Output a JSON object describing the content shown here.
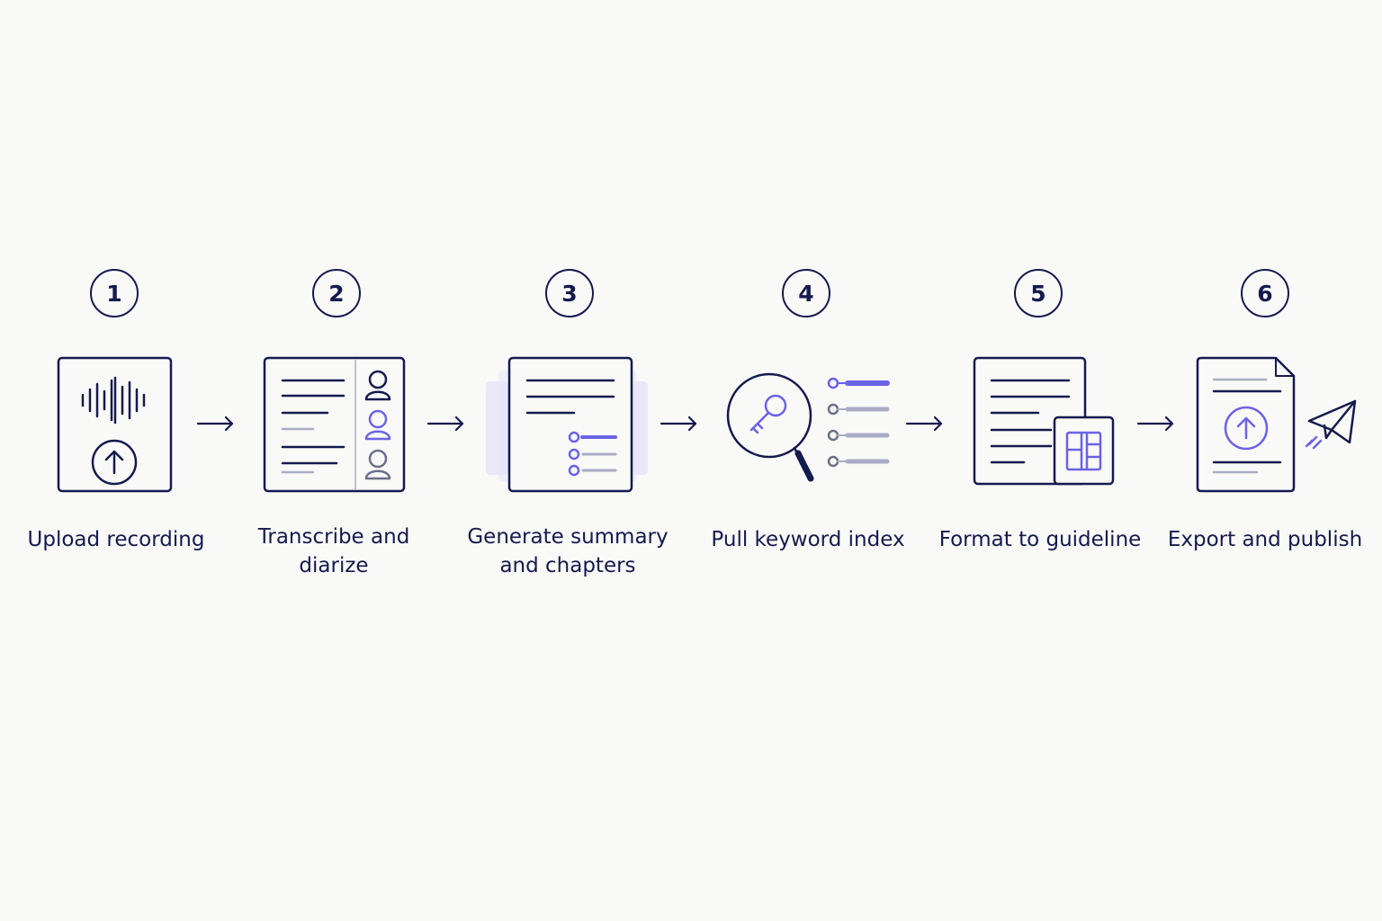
{
  "steps": [
    {
      "number": "1",
      "label": "Upload recording",
      "icon": "upload-recording-icon"
    },
    {
      "number": "2",
      "label": "Transcribe and diarize",
      "icon": "transcribe-diarize-icon"
    },
    {
      "number": "3",
      "label": "Generate summary and chapters",
      "icon": "summary-chapters-icon"
    },
    {
      "number": "4",
      "label": "Pull keyword index",
      "icon": "keyword-index-icon"
    },
    {
      "number": "5",
      "label": "Format to guideline",
      "icon": "format-guideline-icon"
    },
    {
      "number": "6",
      "label": "Export and publish",
      "icon": "export-publish-icon"
    }
  ],
  "colors": {
    "ink": "#141a4d",
    "accent": "#6b63e6",
    "muted": "#a9acc4",
    "background": "#f9f9f7"
  }
}
